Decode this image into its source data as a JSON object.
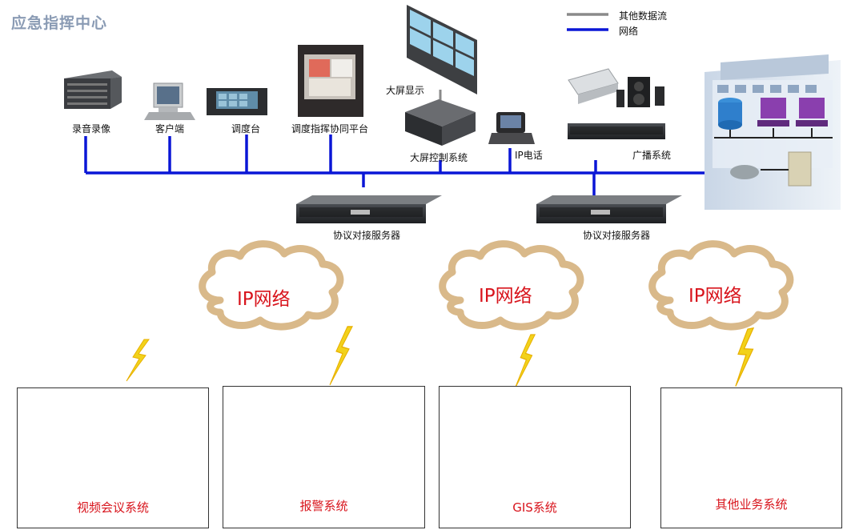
{
  "title": "应急指挥中心",
  "legend": {
    "other_data_flow": "其他数据流",
    "network": "网络",
    "colors": {
      "other_data_flow": "#8a8a8a",
      "network": "#0a16d6"
    }
  },
  "devices": {
    "recording": "录音录像",
    "client": "客户端",
    "console": "调度台",
    "collab_platform": "调度指挥协同平台",
    "big_screen_display": "大屏显示",
    "big_screen_control": "大屏控制系统",
    "ip_phone": "IP电话",
    "broadcast": "广播系统",
    "protocol_server_1": "协议对接服务器",
    "protocol_server_2": "协议对接服务器"
  },
  "clouds": [
    "IP网络",
    "IP网络",
    "IP网络"
  ],
  "subsystems": {
    "video_conf": "视频会议系统",
    "alarm": "报警系统",
    "gis": "GIS系统",
    "other_business": "其他业务系统"
  },
  "colors": {
    "accent_red": "#d8141c",
    "cloud_stroke": "#d9b98a",
    "lightning": "#f2d21b"
  }
}
